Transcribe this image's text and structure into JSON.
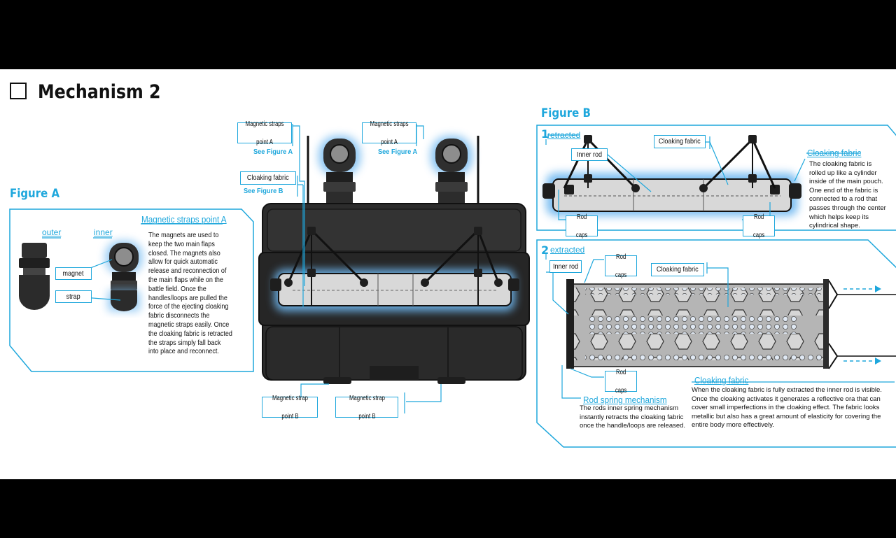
{
  "title": "Mechanism 2",
  "figA": {
    "title": "Figure A",
    "outer": "outer",
    "inner": "inner",
    "magnet": "magnet",
    "strap": "strap",
    "heading": "Magnetic straps point A",
    "text": "The magnets are used to keep the two main flaps closed. The magnets also allow for quick automatic release and reconnection of the main flaps while on the battle field. Once the handles/loops are pulled the force of the ejecting cloaking fabric disconnects the magnetic straps easily. Once the cloaking fabric is retracted the straps simply fall back into place and reconnect."
  },
  "center": {
    "magA1_l1": "Magnetic straps",
    "magA1_l2": "point A",
    "seeA1": "See Figure A",
    "magA2_l1": "Magnetic straps",
    "magA2_l2": "point A",
    "seeA2": "See Figure A",
    "cloak": "Cloaking fabric",
    "seeB": "See Figure B",
    "magB1_l1": "Magnetic strap",
    "magB1_l2": "point B",
    "magB2_l1": "Magnetic strap",
    "magB2_l2": "point B"
  },
  "figB": {
    "title": "Figure B",
    "n1": "1",
    "retracted": "retracted",
    "innerRod1": "Inner rod",
    "cloak1": "Cloaking fabric",
    "rodcapsL_l1": "Rod",
    "rodcapsL_l2": "caps",
    "rodcapsR_l1": "Rod",
    "rodcapsR_l2": "caps",
    "cloakHeading1": "Cloaking fabric",
    "cloakText1": "The cloaking fabric is rolled up like a cylinder inside of the main pouch. One end of the fabric is connected to a rod that passes through the center which helps keep its cylindrical shape.",
    "n2": "2",
    "extracted": "extracted",
    "innerRod2": "Inner rod",
    "rodcaps2a_l1": "Rod",
    "rodcaps2a_l2": "caps",
    "cloak2": "Cloaking fabric",
    "rodcaps2b_l1": "Rod",
    "rodcaps2b_l2": "caps",
    "springHeading": "Rod spring mechanism",
    "springText": "The rods inner spring mechanism instantly retracts the cloaking fabric once the handle/loops are released.",
    "cloakHeading2": "Cloaking fabric",
    "cloakText2": "When the cloaking fabric is fully extracted the inner rod is visible. Once the cloaking activates it generates a reflective ora that can cover small imperfections in the cloaking effect. The fabric looks metallic but also has a great amount of elasticity for covering the entire body more effectively."
  },
  "colors": {
    "accent": "#1ea7dc",
    "glow": "#6fb8f0",
    "dark": "#2b2b2b"
  },
  "icons": [
    "checkbox-icon"
  ]
}
